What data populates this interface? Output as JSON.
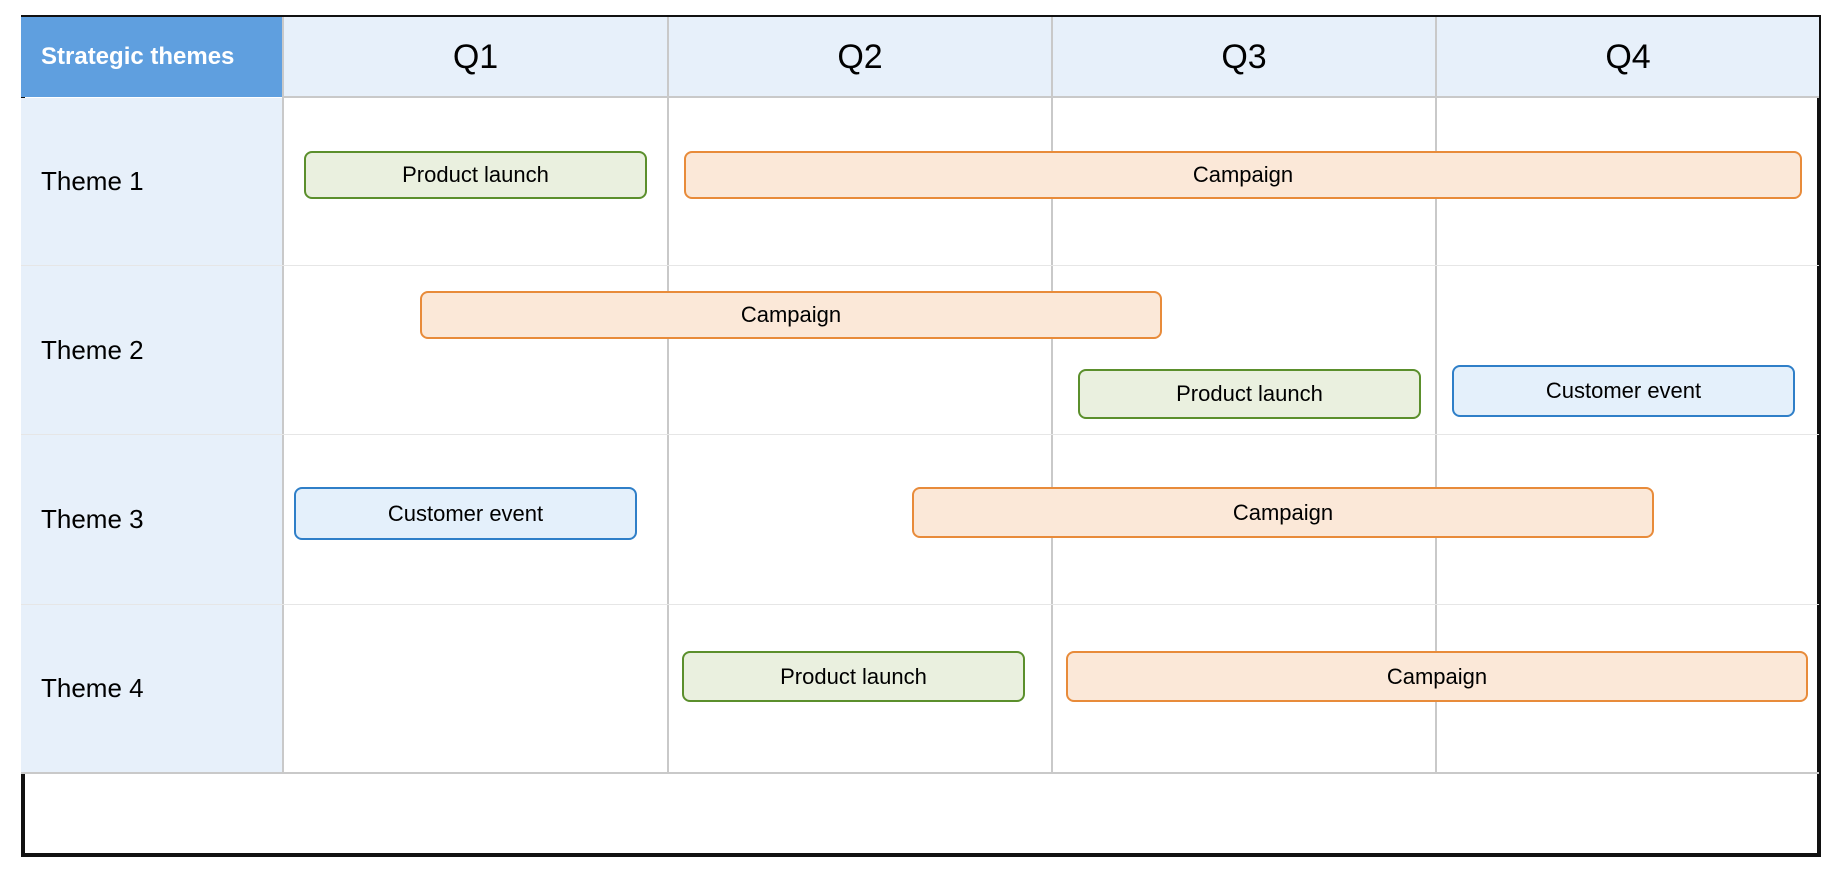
{
  "header": {
    "corner_label": "Strategic themes",
    "quarters": [
      "Q1",
      "Q2",
      "Q3",
      "Q4"
    ]
  },
  "themes": [
    "Theme 1",
    "Theme 2",
    "Theme 3",
    "Theme 4"
  ],
  "bars": {
    "t1_launch": "Product launch",
    "t1_campaign": "Campaign",
    "t2_campaign": "Campaign",
    "t2_launch": "Product launch",
    "t2_event": "Customer event",
    "t3_event": "Customer event",
    "t3_campaign": "Campaign",
    "t4_launch": "Product launch",
    "t4_campaign": "Campaign"
  },
  "colors": {
    "corner_bg": "#5f9fdf",
    "header_bg": "#e7f0fa",
    "launch_border": "#5b8f2c",
    "launch_fill": "#eaf0df",
    "campaign_border": "#e88b3a",
    "campaign_fill": "#fbe8d8",
    "event_border": "#2f7fc8",
    "event_fill": "#e4f0fb"
  }
}
